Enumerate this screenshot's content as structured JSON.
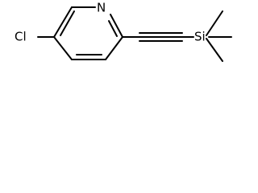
{
  "molecule": {
    "atom_labels": {
      "nitrogen": "N",
      "chlorine": "Cl",
      "silicon": "Si"
    },
    "ring": "pyridine",
    "linker": "ethynyl",
    "terminal_group": "trimethylsilyl"
  }
}
